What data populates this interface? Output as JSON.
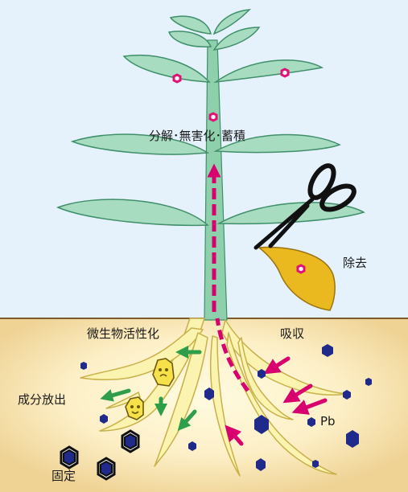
{
  "labels": {
    "decompose": "分解･無害化･蓄積",
    "remove": "除去",
    "microbe": "微生物活性化",
    "absorb": "吸収",
    "release": "成分放出",
    "pb": "Pb",
    "fix": "固定"
  },
  "colors": {
    "sky": "#e6f2fb",
    "soil": "#f1d79d",
    "ground_line": "#7a5a2e",
    "leaf_fill": "#a8dcc0",
    "leaf_stroke": "#3f8f6a",
    "stem": "#8fd0ac",
    "root_fill": "#fbf3b0",
    "root_stroke": "#c8b04a",
    "transport_arrow": "#d8006f",
    "microbe_arrow": "#2e9e4a",
    "pollutant_leaf_marker": "#e0127a",
    "cut_leaf": "#e9b91f",
    "heavy_metal": "#1f2a8a"
  },
  "icons": [
    "scissors-icon",
    "microbe-icon",
    "heavy-metal-particle-icon",
    "fixed-particle-icon",
    "pollutant-marker-icon"
  ]
}
